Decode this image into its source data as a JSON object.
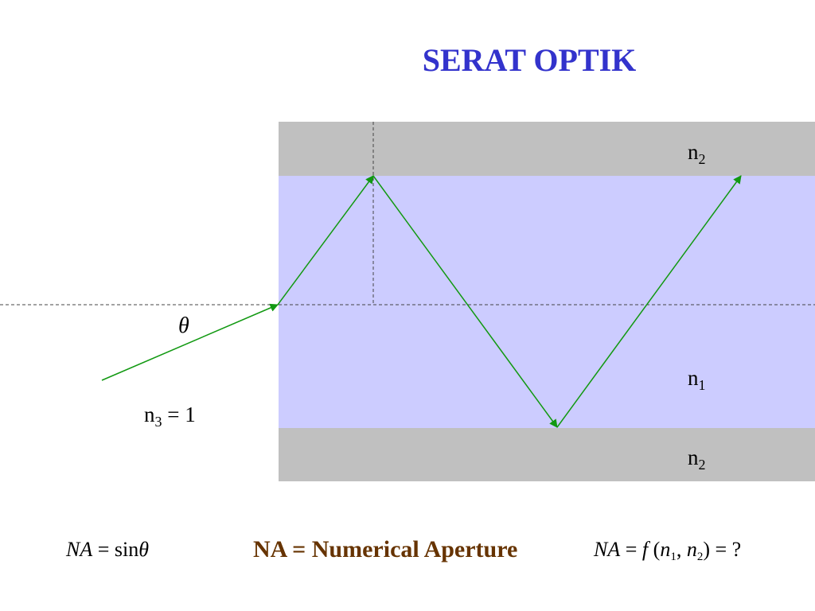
{
  "title": "SERAT OPTIK",
  "colors": {
    "title": "#3333cc",
    "cladding": "#c0c0c0",
    "core": "#ccccff",
    "ray": "#119911",
    "na_definition": "#663300"
  },
  "labels": {
    "cladding_top": {
      "base": "n",
      "sub": "2"
    },
    "core": {
      "base": "n",
      "sub": "1"
    },
    "cladding_bottom": {
      "base": "n",
      "sub": "2"
    },
    "outside": {
      "base": "n",
      "sub": "3",
      "rest": " = 1"
    },
    "angle": "θ"
  },
  "equations": {
    "left": {
      "lhs": "NA",
      "op": " = ",
      "fn": "sin",
      "var": "θ"
    },
    "center": "NA = Numerical Aperture",
    "right": {
      "lhs": "NA",
      "op1": " = ",
      "f": "f",
      "open": " (",
      "n1": "n",
      "n1_sub": "1",
      "comma": ", ",
      "n2": "n",
      "n2_sub": "2",
      "close": ")",
      "op2": " = ",
      "q": "?"
    }
  }
}
